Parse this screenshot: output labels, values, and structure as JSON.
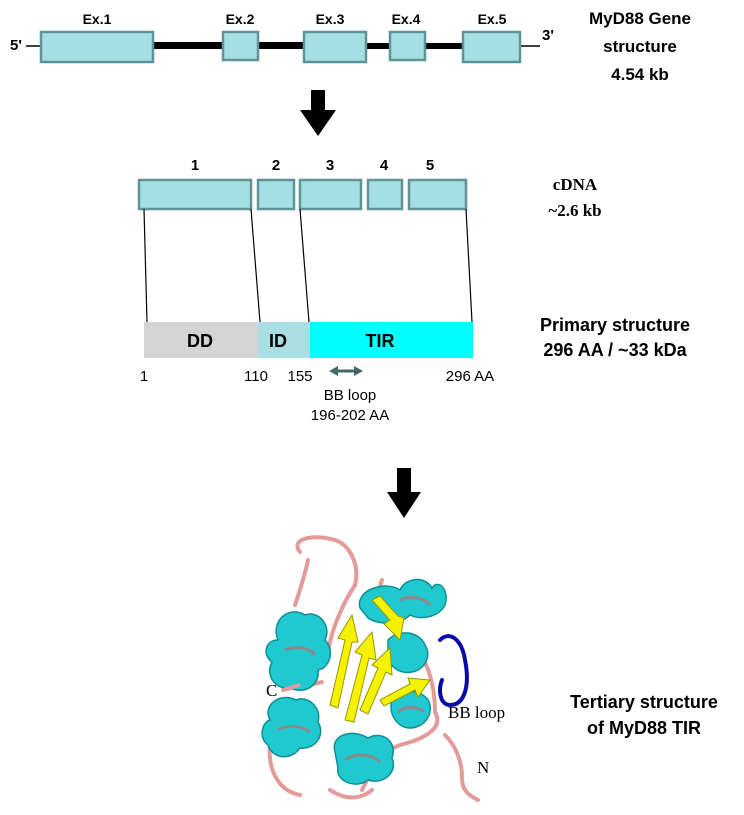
{
  "gene": {
    "five_prime": "5'",
    "three_prime": "3'",
    "exon_labels": [
      "Ex.1",
      "Ex.2",
      "Ex.3",
      "Ex.4",
      "Ex.5"
    ],
    "title_line1": "MyD88 Gene",
    "title_line2": "structure",
    "title_line3": "4.54 kb"
  },
  "cdna": {
    "exon_numbers": [
      "1",
      "2",
      "3",
      "4",
      "5"
    ],
    "label_line1": "cDNA",
    "label_line2": "~2.6 kb"
  },
  "primary": {
    "domains": [
      "DD",
      "ID",
      "TIR"
    ],
    "positions": [
      "1",
      "110",
      "155",
      "296 AA"
    ],
    "bb_loop_line1": "BB loop",
    "bb_loop_line2": "196-202 AA",
    "label_line1": "Primary structure",
    "label_line2": "296 AA / ~33 kDa"
  },
  "tertiary": {
    "c_label": "C",
    "n_label": "N",
    "bb_loop": "BB loop",
    "label_line1": "Tertiary structure",
    "label_line2": "of MyD88 TIR"
  },
  "colors": {
    "exon_fill": "#a6dfe3",
    "exon_stroke": "#5e9497",
    "dd": "#d4d4d4",
    "id": "#a9dfe3",
    "tir": "#00ffff",
    "helix": "#1fc9cf",
    "sheet": "#f5f200",
    "loop": "#e59a9a",
    "bb_loop": "#0a0aa8",
    "arrow": "#000000"
  },
  "icons": [
    "down-arrow-icon",
    "double-arrow-icon"
  ]
}
